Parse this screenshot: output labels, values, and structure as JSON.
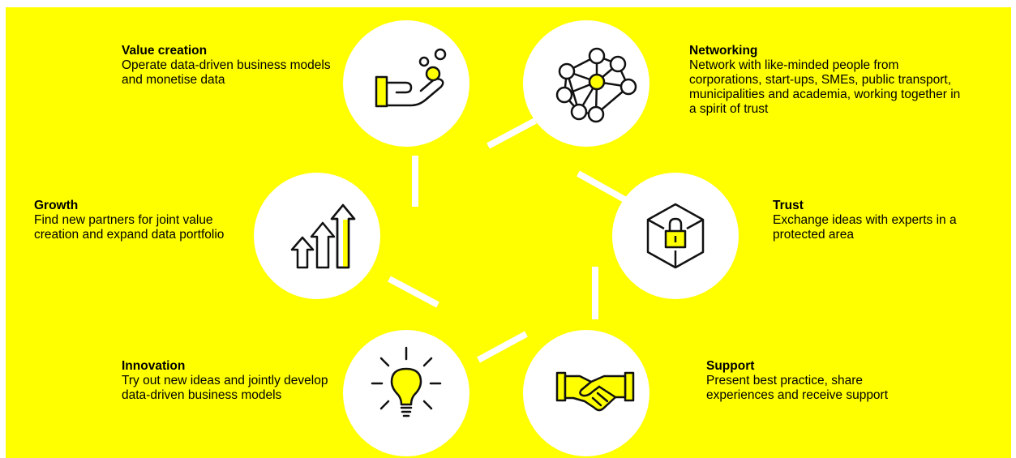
{
  "colors": {
    "background": "#ffff00",
    "circle": "#ffffff",
    "icon_stroke": "#111111",
    "icon_accent": "#ffff00"
  },
  "nodes": [
    {
      "id": "value-creation",
      "title": "Value creation",
      "description": "Operate data-driven business models and monetise data",
      "icon": "hand-with-coins-icon"
    },
    {
      "id": "networking",
      "title": "Networking",
      "description": "Network with like-minded people from corporations, start-ups, SMEs, public transport, municipalities and academia, working together in a spirit of trust",
      "icon": "network-nodes-icon"
    },
    {
      "id": "trust",
      "title": "Trust",
      "description": "Exchange ideas with experts in a protected area",
      "icon": "padlock-cube-icon"
    },
    {
      "id": "support",
      "title": "Support",
      "description": "Present best practice, share experiences and receive support",
      "icon": "handshake-icon"
    },
    {
      "id": "innovation",
      "title": "Innovation",
      "description": "Try out new ideas and jointly develop data-driven business models",
      "icon": "light-bulb-icon"
    },
    {
      "id": "growth",
      "title": "Growth",
      "description": "Find new partners for joint value creation and expand data portfolio",
      "icon": "growth-arrows-icon"
    }
  ]
}
